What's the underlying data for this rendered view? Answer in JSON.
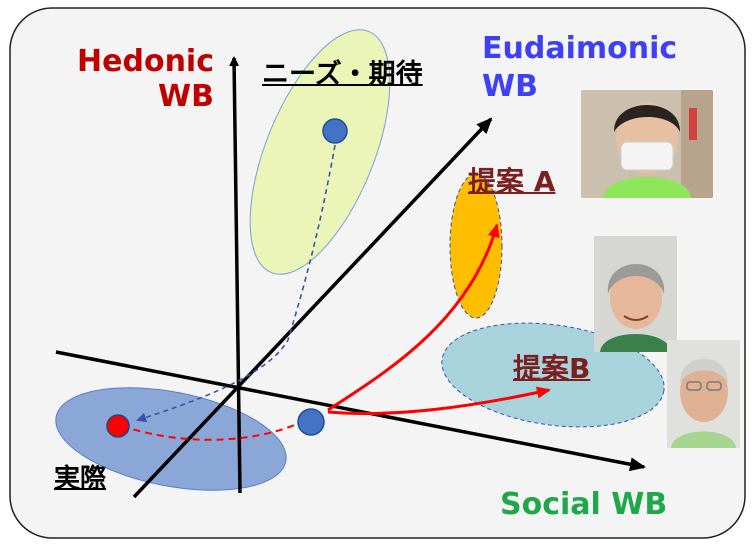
{
  "axes": {
    "hedonic": [
      "Hedonic",
      "WB"
    ],
    "eudaimonic": [
      "Eudaimonic",
      "WB"
    ],
    "social": "Social WB"
  },
  "labels": {
    "needs": "ニーズ・期待",
    "actual": "実際",
    "proposal_a": "提案 A",
    "proposal_b": "提案B"
  },
  "colors": {
    "hedonic": "#c00000",
    "eudaimonic": "#3f3ff5",
    "social": "#1fa84a",
    "needs_ellipse": "#ecf5b8",
    "actual_ellipse": "#7f9fd6",
    "proposal_a_ellipse": "#ffbf00",
    "proposal_b_ellipse": "#a8d3dc",
    "arrow_red": "#ff0000",
    "dashed_blue": "#3355aa"
  }
}
